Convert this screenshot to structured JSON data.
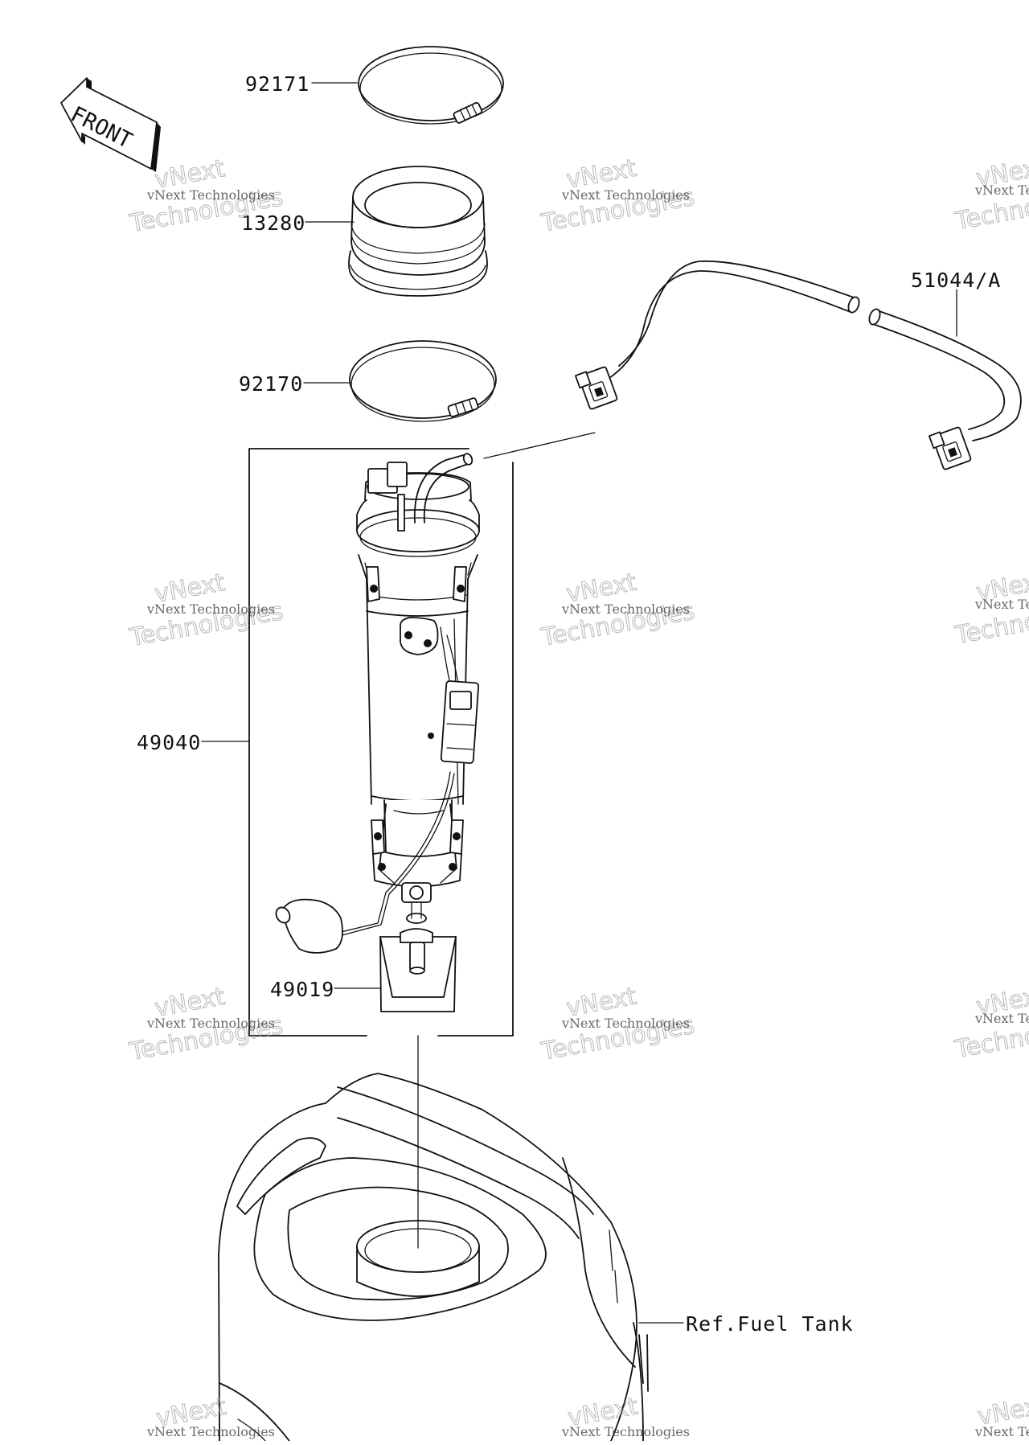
{
  "front_arrow": {
    "label": "FRONT"
  },
  "callouts": [
    {
      "id": "p92171",
      "part_number": "92171"
    },
    {
      "id": "p13280",
      "part_number": "13280"
    },
    {
      "id": "p92170",
      "part_number": "92170"
    },
    {
      "id": "p51044",
      "part_number": "51044/A"
    },
    {
      "id": "p49040",
      "part_number": "49040"
    },
    {
      "id": "p49019",
      "part_number": "49019"
    }
  ],
  "reference": {
    "label": "Ref.Fuel Tank"
  },
  "watermark": {
    "line1": "vNext Technologies",
    "line2": "vNext",
    "line3": "Technologies"
  }
}
